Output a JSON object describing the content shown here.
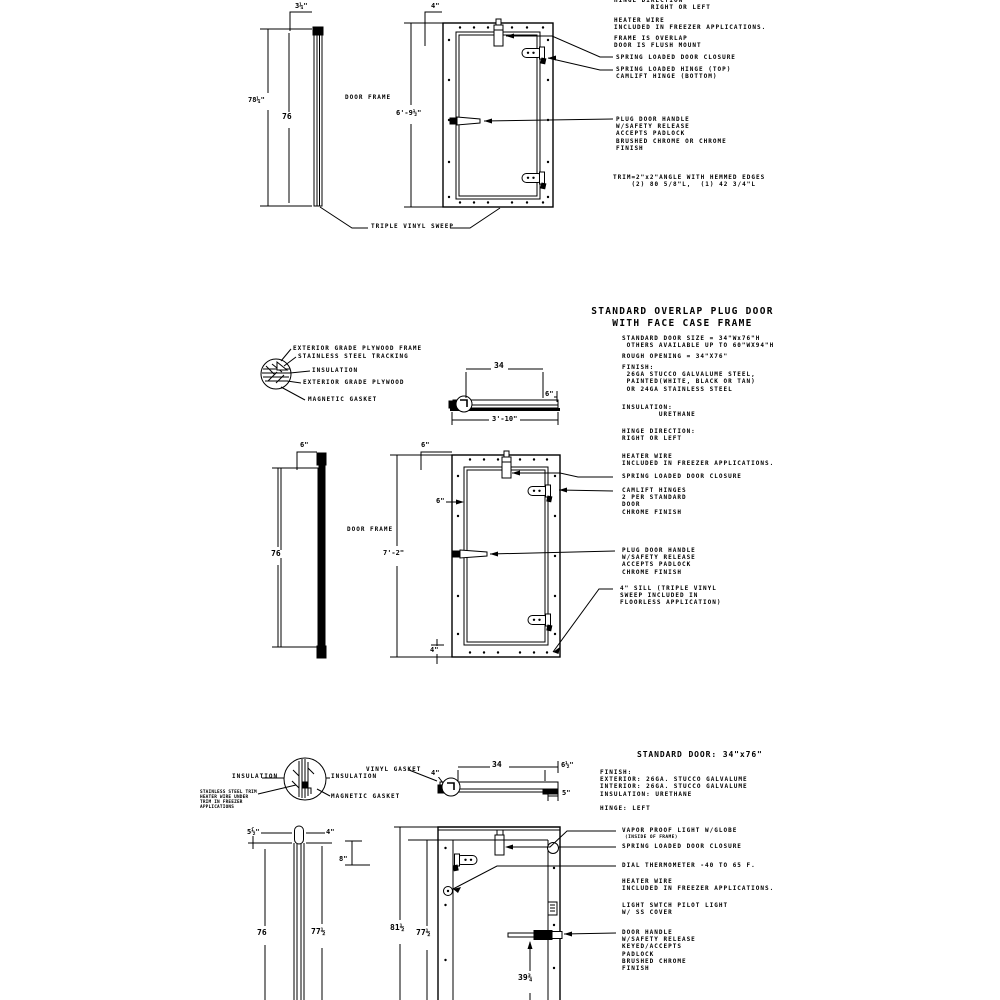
{
  "top": {
    "labels": {
      "door_frame": "DOOR FRAME",
      "sweep": "TRIPLE VINYL SWEEP"
    },
    "dims": {
      "side_width": "3¼\"",
      "side_height": "78¼\"",
      "door_height": "76",
      "front_width": "4\"",
      "front_height": "6'-9½\""
    },
    "notes": {
      "hinge_direction": "HINGE DIRECTION\n        RIGHT OR LEFT",
      "heater": "HEATER WIRE\nINCLUDED IN FREEZER APPLICATIONS.",
      "frame_overlap": "FRAME IS OVERLAP\nDOOR IS FLUSH MOUNT",
      "closure": "SPRING LOADED DOOR CLOSURE",
      "hinge_types": "SPRING LOADED HINGE (TOP)\nCAMLIFT HINGE (BOTTOM)",
      "handle": "PLUG DOOR HANDLE\nW/SAFETY RELEASE\nACCEPTS PADLOCK\nBRUSHED CHROME OR CHROME\nFINISH",
      "trim": "TRIM=2\"x2\"ANGLE WITH HEMMED EDGES\n    (2) 80 5/8\"L,  (1) 42 3/4\"L"
    }
  },
  "middle": {
    "title": "STANDARD OVERLAP PLUG DOOR\nWITH FACE CASE FRAME",
    "labels": {
      "door_frame": "DOOR FRAME"
    },
    "detail": {
      "plywood_frame": "EXTERIOR GRADE PLYWOOD FRAME",
      "tracking": "STAINLESS STEEL TRACKING",
      "insulation": "INSULATION",
      "plywood": "EXTERIOR GRADE PLYWOOD",
      "magnetic": "MAGNETIC GASKET"
    },
    "dims": {
      "tv_width": "34",
      "tv_right": "6\"",
      "tv_total": "3'-10\"",
      "sv_top": "6\"",
      "sv_height": "76",
      "fv_top": "6\"",
      "fv_frame": "6\"",
      "fv_height": "7'-2\"",
      "fv_sill": "4\""
    },
    "notes": {
      "size": "STANDARD DOOR SIZE = 34\"Wx76\"H\n OTHERS AVAILABLE UP TO 60\"WX94\"H",
      "rough": "ROUGH OPENING = 34\"X76\"",
      "finish": "FINISH:\n 26GA STUCCO GALVALUME STEEL,\n PAINTED(WHITE, BLACK OR TAN)\n OR 24GA STAINLESS STEEL",
      "insulation": "INSULATION:\n        URETHANE",
      "hinge_direction": "HINGE DIRECTION:\nRIGHT OR LEFT",
      "heater": "HEATER WIRE\nINCLUDED IN FREEZER APPLICATIONS.",
      "closure": "SPRING LOADED DOOR CLOSURE",
      "camlift": "CAMLIFT HINGES\n2 PER STANDARD\nDOOR\nCHROME FINISH",
      "handle": "PLUG DOOR HANDLE\nW/SAFETY RELEASE\nACCEPTS PADLOCK\nCHROME FINISH",
      "sill": "4\" SILL (TRIPLE VINYL\nSWEEP INCLUDED IN\nFLOORLESS APPLICATION)"
    }
  },
  "bottom": {
    "title": "STANDARD DOOR: 34\"x76\"",
    "detail": {
      "insulation_left": "INSULATION",
      "insulation_right": "INSULATION",
      "vinyl": "VINYL GASKET",
      "magnetic": "MAGNETIC GASKET",
      "stainless": "STAINLESS STEEL TRIM\nHEATER WIRE UNDER\nTRIM IN FREEZER\nAPPLICATIONS"
    },
    "dims": {
      "tv_left": "4\"",
      "tv_width": "34",
      "tv_right": "6½\"",
      "tv_bottom": "5\"",
      "sv_left": "5½\"",
      "sv_right": "4\"",
      "sv_h1": "76",
      "sv_h2": "77½",
      "fv_hinge": "8\"",
      "fv_total": "81½",
      "fv_door": "77½",
      "fv_handle": "39¾"
    },
    "notes": {
      "finish": "FINISH:\nEXTERIOR: 26GA. STUCCO GALVALUME\nINTERIOR: 26GA. STUCCO GALVALUME\nINSULATION: URETHANE",
      "hinge": "HINGE: LEFT",
      "vapor": "VAPOR PROOF LIGHT W/GLOBE",
      "vapor_sub": "(INSIDE OF FRAME)",
      "closure": "SPRING LOADED DOOR CLOSURE",
      "thermometer": "DIAL THERMOMETER -40 TO 65 F.",
      "heater": "HEATER WIRE\nINCLUDED IN FREEZER APPLICATIONS.",
      "switch": "LIGHT SWTCH PILOT LIGHT\nW/ SS COVER",
      "handle": "DOOR HANDLE\nW/SAFETY RELEASE\nKEYED/ACCEPTS\nPADLOCK\nBRUSHED CHROME\nFINISH"
    }
  }
}
